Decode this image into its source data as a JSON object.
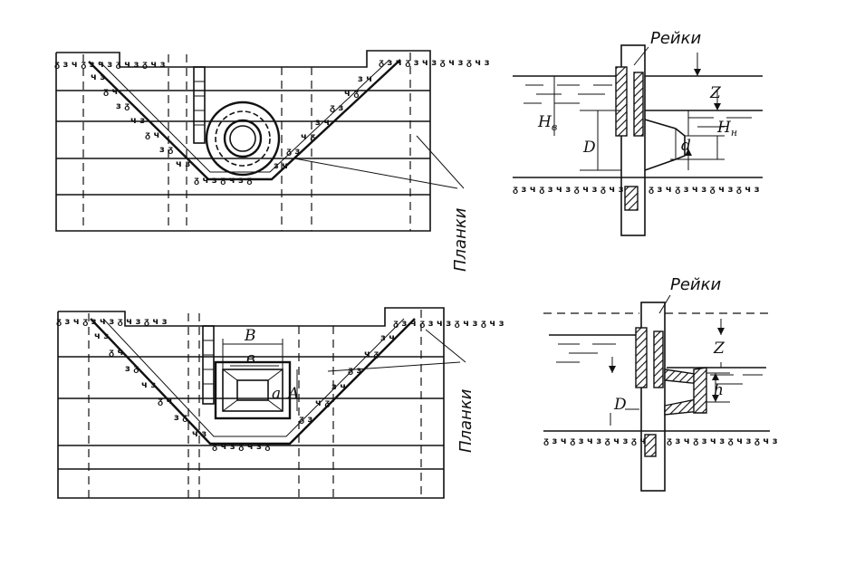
{
  "labels": {
    "planks_top": "Планки",
    "planks_bottom": "Планки",
    "rails_top": "Рейки",
    "rails_bottom": "Рейки",
    "z_top": "Z",
    "z_bottom": "Z",
    "h_v": "H",
    "h_v_sub": "в",
    "d_cap": "D",
    "d_small": "d",
    "h_n": "H",
    "h_n_sub": "н",
    "d_cap_bottom": "D",
    "width_b_cap": "B",
    "width_b_small": "в",
    "height_a_cap": "A",
    "height_a_small": "а",
    "h_bottom": "h"
  },
  "soil_text": "ᵹ з ч ᵹ з ч з ᵹ ч з ᵹ ч з"
}
